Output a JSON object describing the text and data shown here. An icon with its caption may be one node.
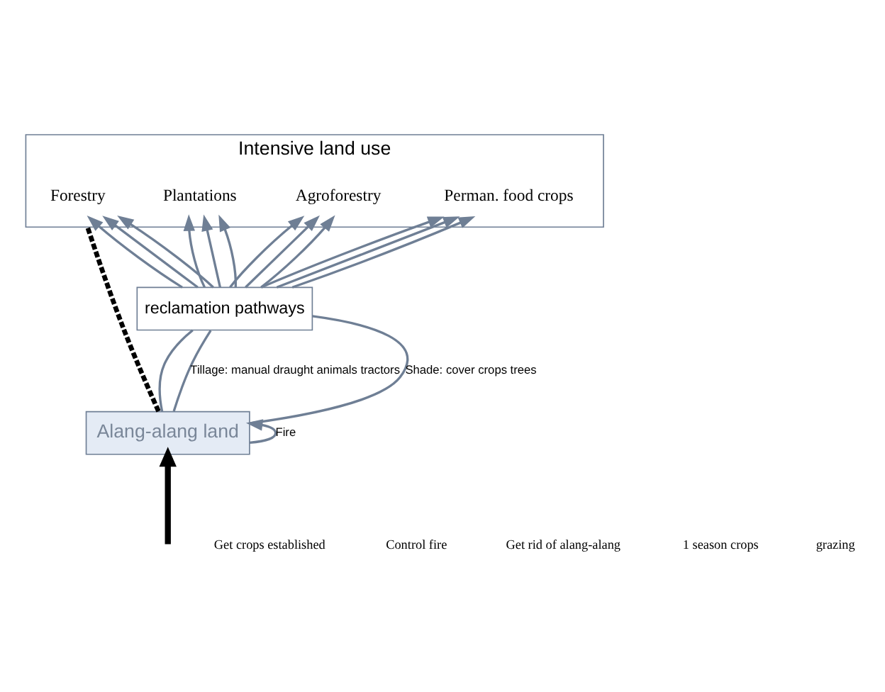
{
  "diagram": {
    "nodes": [
      {
        "text": [
          "Intensive land use"
        ]
      },
      {
        "text": [
          "Forestry"
        ],
        "in": 0
      },
      {
        "text": [
          "Plantations"
        ],
        "in": 0
      },
      {
        "text": [
          "Agroforestry"
        ],
        "in": 0
      },
      {
        "text": [
          "Perman. food crops"
        ],
        "in": 0
      },
      {
        "text": [
          "reclamation pathways"
        ]
      },
      {
        "text": [
          "Alang-alang land"
        ]
      }
    ],
    "edges": [
      {
        "from": 6,
        "to": 5,
        "arrow": "none"
      },
      {
        "from": 6,
        "to": 5,
        "label": "Tillage: manual draught animals tractors",
        "arrow": "none"
      },
      {
        "from": 6,
        "to": 5,
        "label": "Shade: cover crops trees",
        "arrow": "none"
      },
      {
        "from": 5,
        "to": 1,
        "arrow": "to"
      },
      {
        "from": 5,
        "to": 1,
        "arrow": "to"
      },
      {
        "from": 5,
        "to": 1,
        "arrow": "to"
      },
      {
        "from": 5,
        "to": 2,
        "arrow": "to"
      },
      {
        "from": 5,
        "to": 2,
        "arrow": "to"
      },
      {
        "from": 5,
        "to": 2,
        "arrow": "to"
      },
      {
        "from": 5,
        "to": 3,
        "arrow": "to"
      },
      {
        "from": 5,
        "to": 3,
        "arrow": "to"
      },
      {
        "from": 5,
        "to": 3,
        "arrow": "to"
      },
      {
        "from": 5,
        "to": 4,
        "arrow": "to"
      },
      {
        "from": 5,
        "to": 4,
        "arrow": "to"
      },
      {
        "from": 5,
        "to": 4,
        "arrow": "to"
      },
      {
        "from": 6,
        "to": 6,
        "label": "Fire",
        "arrow": "to"
      },
      {
        "from": null,
        "to": 6,
        "arrow": "to",
        "style": "thick",
        "color": "#000000"
      },
      {
        "from": 6,
        "to": 0,
        "arrow": "none",
        "style": "dashed",
        "color": "#000000"
      }
    ],
    "labels": [
      "Get crops established",
      "Control fire",
      "Get rid of alang-alang",
      "1 season crops",
      "grazing"
    ]
  }
}
